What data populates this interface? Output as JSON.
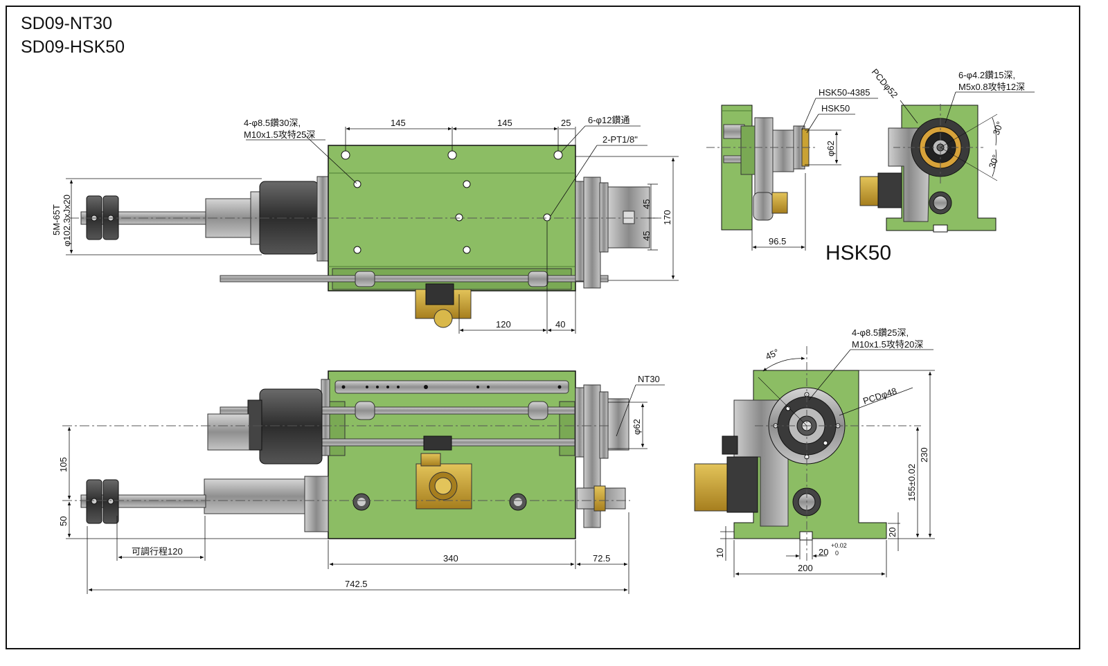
{
  "titles": [
    "SD09-NT30",
    "SD09-HSK50"
  ],
  "colors": {
    "body_green": "#8cbd64",
    "body_green_dark": "#5f8a3c",
    "motor_dark": "#3a3a3a",
    "steel": "#a8a8a8",
    "brass": "#c9a234",
    "line": "#111111"
  },
  "top_view": {
    "dim_145_a": "145",
    "dim_145_b": "145",
    "dim_25": "25",
    "dim_45_a": "45",
    "dim_45_b": "45",
    "dim_170": "170",
    "dim_120": "120",
    "dim_40": "40",
    "note_holes_1": "4-φ8.5鑽30深,",
    "note_holes_2": "M10x1.5攻特25深",
    "note_thru": "6-φ12鑽通",
    "note_pt": "2-PT1/8\"",
    "belt_1": "5M-65T",
    "belt_2": "φ102.3xJx20"
  },
  "hsk_view": {
    "label": "HSK50",
    "callout_1": "HSK50-4385",
    "callout_2": "HSK50",
    "dim_62": "φ62",
    "dim_96_5": "96.5",
    "pcd": "PCDφ52",
    "holes_1": "6-φ4.2鑽15深,",
    "holes_2": "M5x0.8攻特12深",
    "angle_a": "30°",
    "angle_b": "30°"
  },
  "side_view": {
    "nt30": "NT30",
    "dim_62": "φ62",
    "dim_105": "105",
    "dim_50": "50",
    "stroke": "可調行程120",
    "dim_340": "340",
    "dim_72_5": "72.5",
    "dim_742_5": "742.5"
  },
  "front_view": {
    "holes_1": "4-φ8.5鑽25深,",
    "holes_2": "M10x1.5攻特20深",
    "angle": "45°",
    "pcd": "PCDφ48",
    "dim_230": "230",
    "dim_155": "155±0.02",
    "dim_20_v": "20",
    "dim_10": "10",
    "dim_20_h": "20",
    "tol_up": "+0.02",
    "tol_low": "0",
    "dim_200": "200"
  }
}
